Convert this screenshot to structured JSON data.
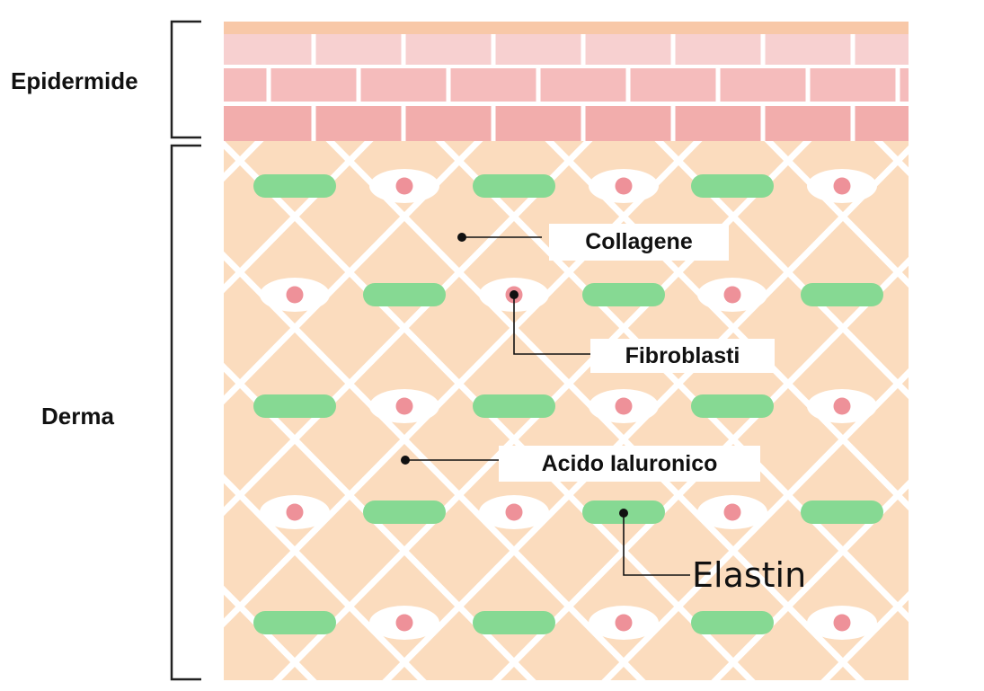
{
  "layers": {
    "epidermis": {
      "label": "Epidermide"
    },
    "dermis": {
      "label": "Derma"
    }
  },
  "callouts": {
    "collagen": {
      "label": "Collagene"
    },
    "fibroblasts": {
      "label": "Fibroblasti"
    },
    "hyaluronic_acid": {
      "label": "Acido Ialuronico"
    },
    "elastin": {
      "label": "Elastin"
    }
  },
  "colors": {
    "epidermis_top": "#f8c8a8",
    "epidermis_row_light": "#f7d0d0",
    "epidermis_row_mid": "#f5bcbc",
    "epidermis_row_dark": "#f2adac",
    "dermis_background": "#fbdcbe",
    "collagen_fiber": "#ffffff",
    "elastin": "#86d993",
    "fibroblast_cell": "#ffffff",
    "fibroblast_nucleus": "#ee9199",
    "bracket": "#222222",
    "leader_line": "#111111"
  }
}
